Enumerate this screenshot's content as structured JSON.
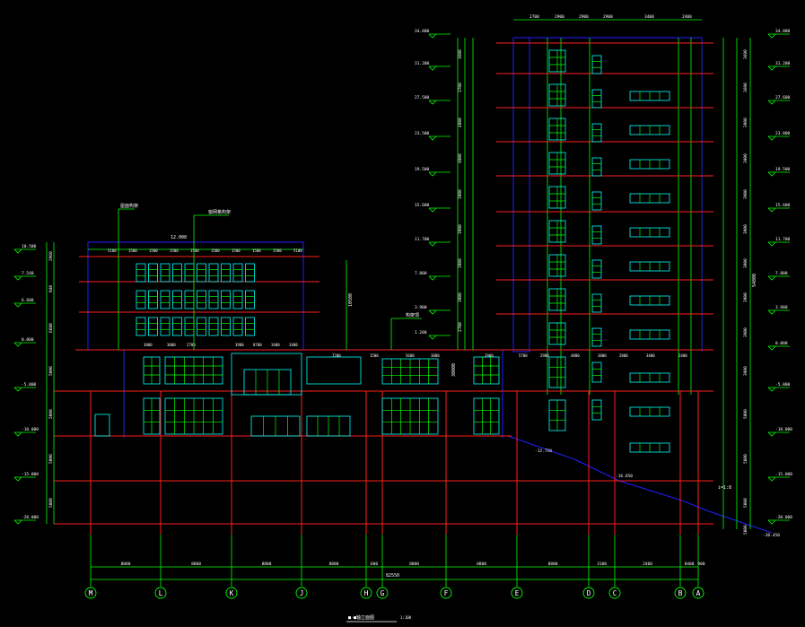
{
  "title": "■-■轴立面图",
  "title_scale": "1:100",
  "colors": {
    "background": "#000000",
    "floor_line": "#ff2020",
    "grid_line": "#ff2020",
    "dimension": "#00ff00",
    "outline": "#2020ff",
    "window_frame": "#00ffff",
    "window_pane": "#00ff00",
    "text": "#ffffff",
    "label": "#ffff00"
  },
  "axes": {
    "labels": [
      "M",
      "L",
      "K",
      "J",
      "H",
      "G",
      "F",
      "E",
      "D",
      "C",
      "B",
      "A"
    ]
  },
  "axis_spacing": [
    "8800",
    "8800",
    "8800",
    "8800",
    "600",
    "8800",
    "8800",
    "8800",
    "3100",
    "2400",
    "8400",
    "900"
  ],
  "axis_total": "82550",
  "top_dims": [
    "2700",
    "2900",
    "2900",
    "2900",
    "3400",
    "2400"
  ],
  "low_block_top_dims": [
    "5100",
    "1500",
    "1500",
    "1500",
    "1500",
    "1500",
    "1500",
    "1500",
    "1500",
    "5100"
  ],
  "low_block_width": "12.000",
  "mid_dims": [
    "3800",
    "3000",
    "2700",
    "3900",
    "8700",
    "3400",
    "3400"
  ],
  "podium_dims": [
    "7200",
    "1500",
    "5600",
    "3800",
    "2900",
    "5700",
    "2900",
    "4800",
    "3800",
    "2800",
    "3400",
    "2400"
  ],
  "right_levels": [
    "34.800",
    "31.200",
    "27.600",
    "23.800",
    "19.500",
    "15.600",
    "11.700",
    "7.800",
    "3.900",
    "0.000",
    "-5.000",
    "-10.000",
    "-15.000",
    "-20.000"
  ],
  "left_levels": [
    "34.800",
    "31.200",
    "27.500",
    "23.500",
    "19.500",
    "15.600",
    "11.700",
    "7.800",
    "3.900",
    "1.200"
  ],
  "low_levels": [
    "10.500",
    "7.540",
    "6.600",
    "0.000",
    "-5.000",
    "-10.000",
    "-15.000",
    "-20.000"
  ],
  "right_story_dims": [
    "3600",
    "3600",
    "3900",
    "3900",
    "3900",
    "3900",
    "3900",
    "3900",
    "3900",
    "3900",
    "5000",
    "5000",
    "5000",
    "5000"
  ],
  "left_story_dims": [
    "3600",
    "3700",
    "4000",
    "4000",
    "3900",
    "3900",
    "3900",
    "3900",
    "2700"
  ],
  "low_story_dims": [
    "2960",
    "940",
    "6600",
    "5000",
    "5000",
    "5000",
    "5000"
  ],
  "right_overall": "54800",
  "left_overall": "30000",
  "low_overall": "10500",
  "slope_levels": [
    "-12.750",
    "-16.650",
    "-20.450"
  ],
  "slope_label": "i=1:8",
  "callouts": [
    "屋面构架",
    "窗网格构架",
    "构架顶"
  ]
}
